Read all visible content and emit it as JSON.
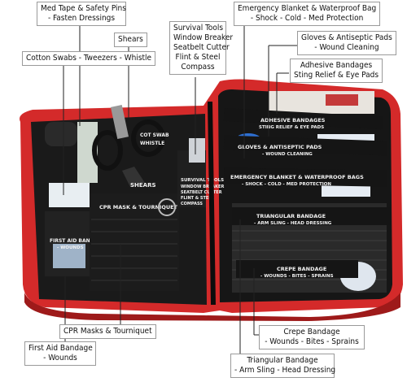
{
  "callouts": {
    "med_tape": {
      "line1": "Med Tape & Safety Pins",
      "line2": "- Fasten Dressings"
    },
    "shears": {
      "line1": "Shears"
    },
    "cotton_swabs": {
      "line1": "Cotton Swabs - Tweezers - Whistle"
    },
    "survival_tools": {
      "line1": "Survival Tools",
      "line2": "Window Breaker",
      "line3": "Seatbelt Cutter",
      "line4": "Flint & Steel",
      "line5": "Compass"
    },
    "emergency_blanket": {
      "line1": "Emergency Blanket & Waterproof Bag",
      "line2": "- Shock - Cold - Med Protection"
    },
    "gloves": {
      "line1": "Gloves & Antiseptic Pads",
      "line2": "- Wound Cleaning"
    },
    "adhesive_bandages": {
      "line1": "Adhesive Bandages",
      "line2": "Sting Relief & Eye Pads"
    },
    "cpr_masks": {
      "line1": "CPR Masks & Tourniquet"
    },
    "first_aid_bandage": {
      "line1": "First Aid Bandage",
      "line2": "- Wounds"
    },
    "crepe_bandage": {
      "line1": "Crepe Bandage",
      "line2": "- Wounds - Bites - Sprains"
    },
    "triangular_bandage": {
      "line1": "Triangular Bandage",
      "line2": "- Arm Sling - Head Dressing"
    }
  },
  "photo_labels": {
    "shears": "SHEARS",
    "cpr_mask": "CPR MASK & TOURNIQUET",
    "survival_tools": [
      "SURVIVAL TOOLS",
      "WINDOW BREAKER",
      "SEATBELT CUTTER",
      "FLINT & STEEL",
      "COMPASS"
    ],
    "first_aid_bandage": [
      "FIRST AID BANDAGE",
      "- WOUNDS"
    ],
    "adhesive": [
      "ADHESIVE BANDAGES",
      "STING RELIEF & EYE PADS"
    ],
    "gloves": [
      "GLOVES & ANTISEPTIC PADS",
      "- WOUND CLEANING"
    ],
    "emergency": [
      "EMERGENCY BLANKET & WATERPROOF BAGS",
      "- SHOCK - COLD - MED PROTECTION"
    ],
    "triangular": [
      "TRIANGULAR BANDAGE",
      "- ARM SLING - HEAD DRESSING"
    ],
    "crepe": [
      "CREPE BANDAGE",
      "- WOUNDS - BITES - SPRAINS"
    ],
    "cotswab": "COT SWAB",
    "whistle": "WHISTLE"
  },
  "colors": {
    "bag_red": "#d42a2a",
    "strap_black": "#151515",
    "pouch_gray": "#2b2b2b",
    "label_white": "#f2f2f2"
  }
}
